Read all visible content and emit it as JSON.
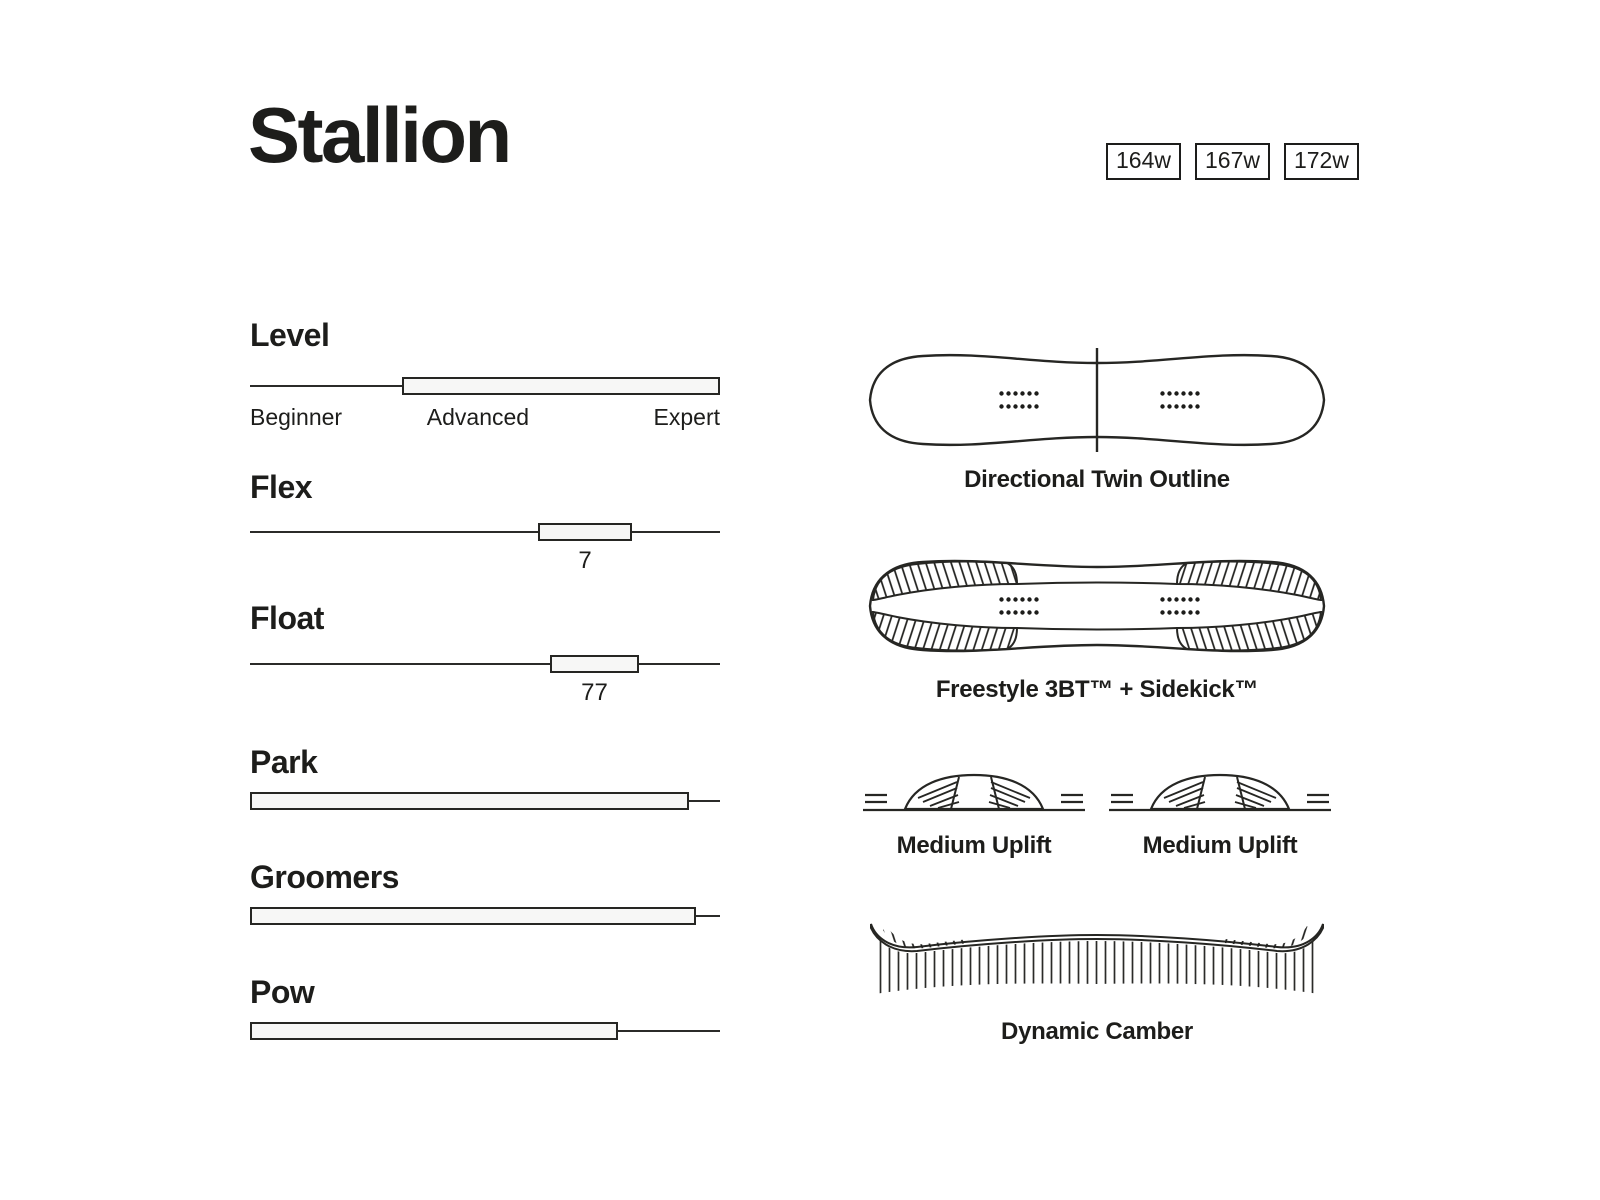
{
  "header": {
    "title": "Stallion",
    "sizes": [
      "164w",
      "167w",
      "172w"
    ]
  },
  "specs": {
    "level": {
      "label": "Level",
      "min_label": "Beginner",
      "mid_label": "Advanced",
      "max_label": "Expert",
      "bar_left": "32.3%",
      "bar_width": "67.7%"
    },
    "flex": {
      "label": "Flex",
      "value": "7",
      "handle_left": "61.3%",
      "handle_width": "20%",
      "value_left": "71.3%"
    },
    "float": {
      "label": "Float",
      "value": "77",
      "handle_left": "63.8%",
      "handle_width": "19%",
      "value_left": "73.3%"
    },
    "park": {
      "label": "Park",
      "bar_width": "93.4%"
    },
    "groomers": {
      "label": "Groomers",
      "bar_width": "94.9%"
    },
    "pow": {
      "label": "Pow",
      "bar_width": "78.3%"
    }
  },
  "features": {
    "outline": {
      "caption": "Directional Twin Outline"
    },
    "base": {
      "caption": "Freestyle 3BT™ + Sidekick™"
    },
    "uplift_left": {
      "caption": "Medium Uplift"
    },
    "uplift_right": {
      "caption": "Medium Uplift"
    },
    "camber": {
      "caption": "Dynamic Camber"
    }
  },
  "colors": {
    "ink": "#1d1d1b",
    "slider_fill": "#f7f7f6",
    "background": "#ffffff"
  }
}
